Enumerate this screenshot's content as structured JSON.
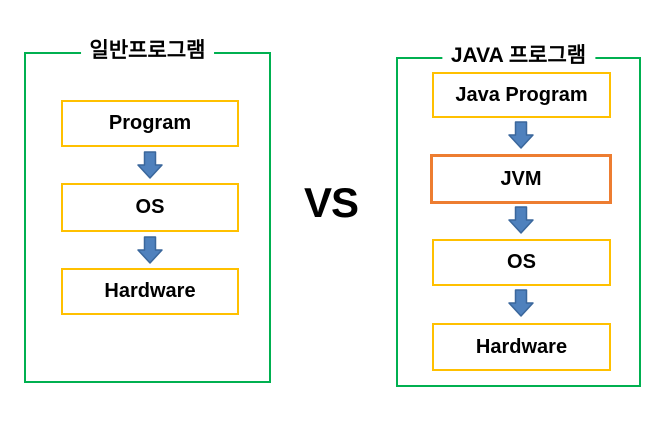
{
  "comparison": {
    "vs_label": "VS",
    "left_panel": {
      "title": "일반프로그램",
      "layers": [
        "Program",
        "OS",
        "Hardware"
      ]
    },
    "right_panel": {
      "title": "JAVA 프로그램",
      "layers": [
        "Java Program",
        "JVM",
        "OS",
        "Hardware"
      ]
    }
  },
  "colors": {
    "panel_border_green": "#00B050",
    "layer_box_border_gold": "#FFC000",
    "jvm_box_border_orange": "#ED7D31",
    "arrow_fill_blue": "#4F81BD",
    "arrow_stroke_blue": "#3A679C",
    "text": "#000000",
    "background": "#FFFFFF"
  },
  "icons": {
    "down_arrow": "block-down-arrow"
  }
}
